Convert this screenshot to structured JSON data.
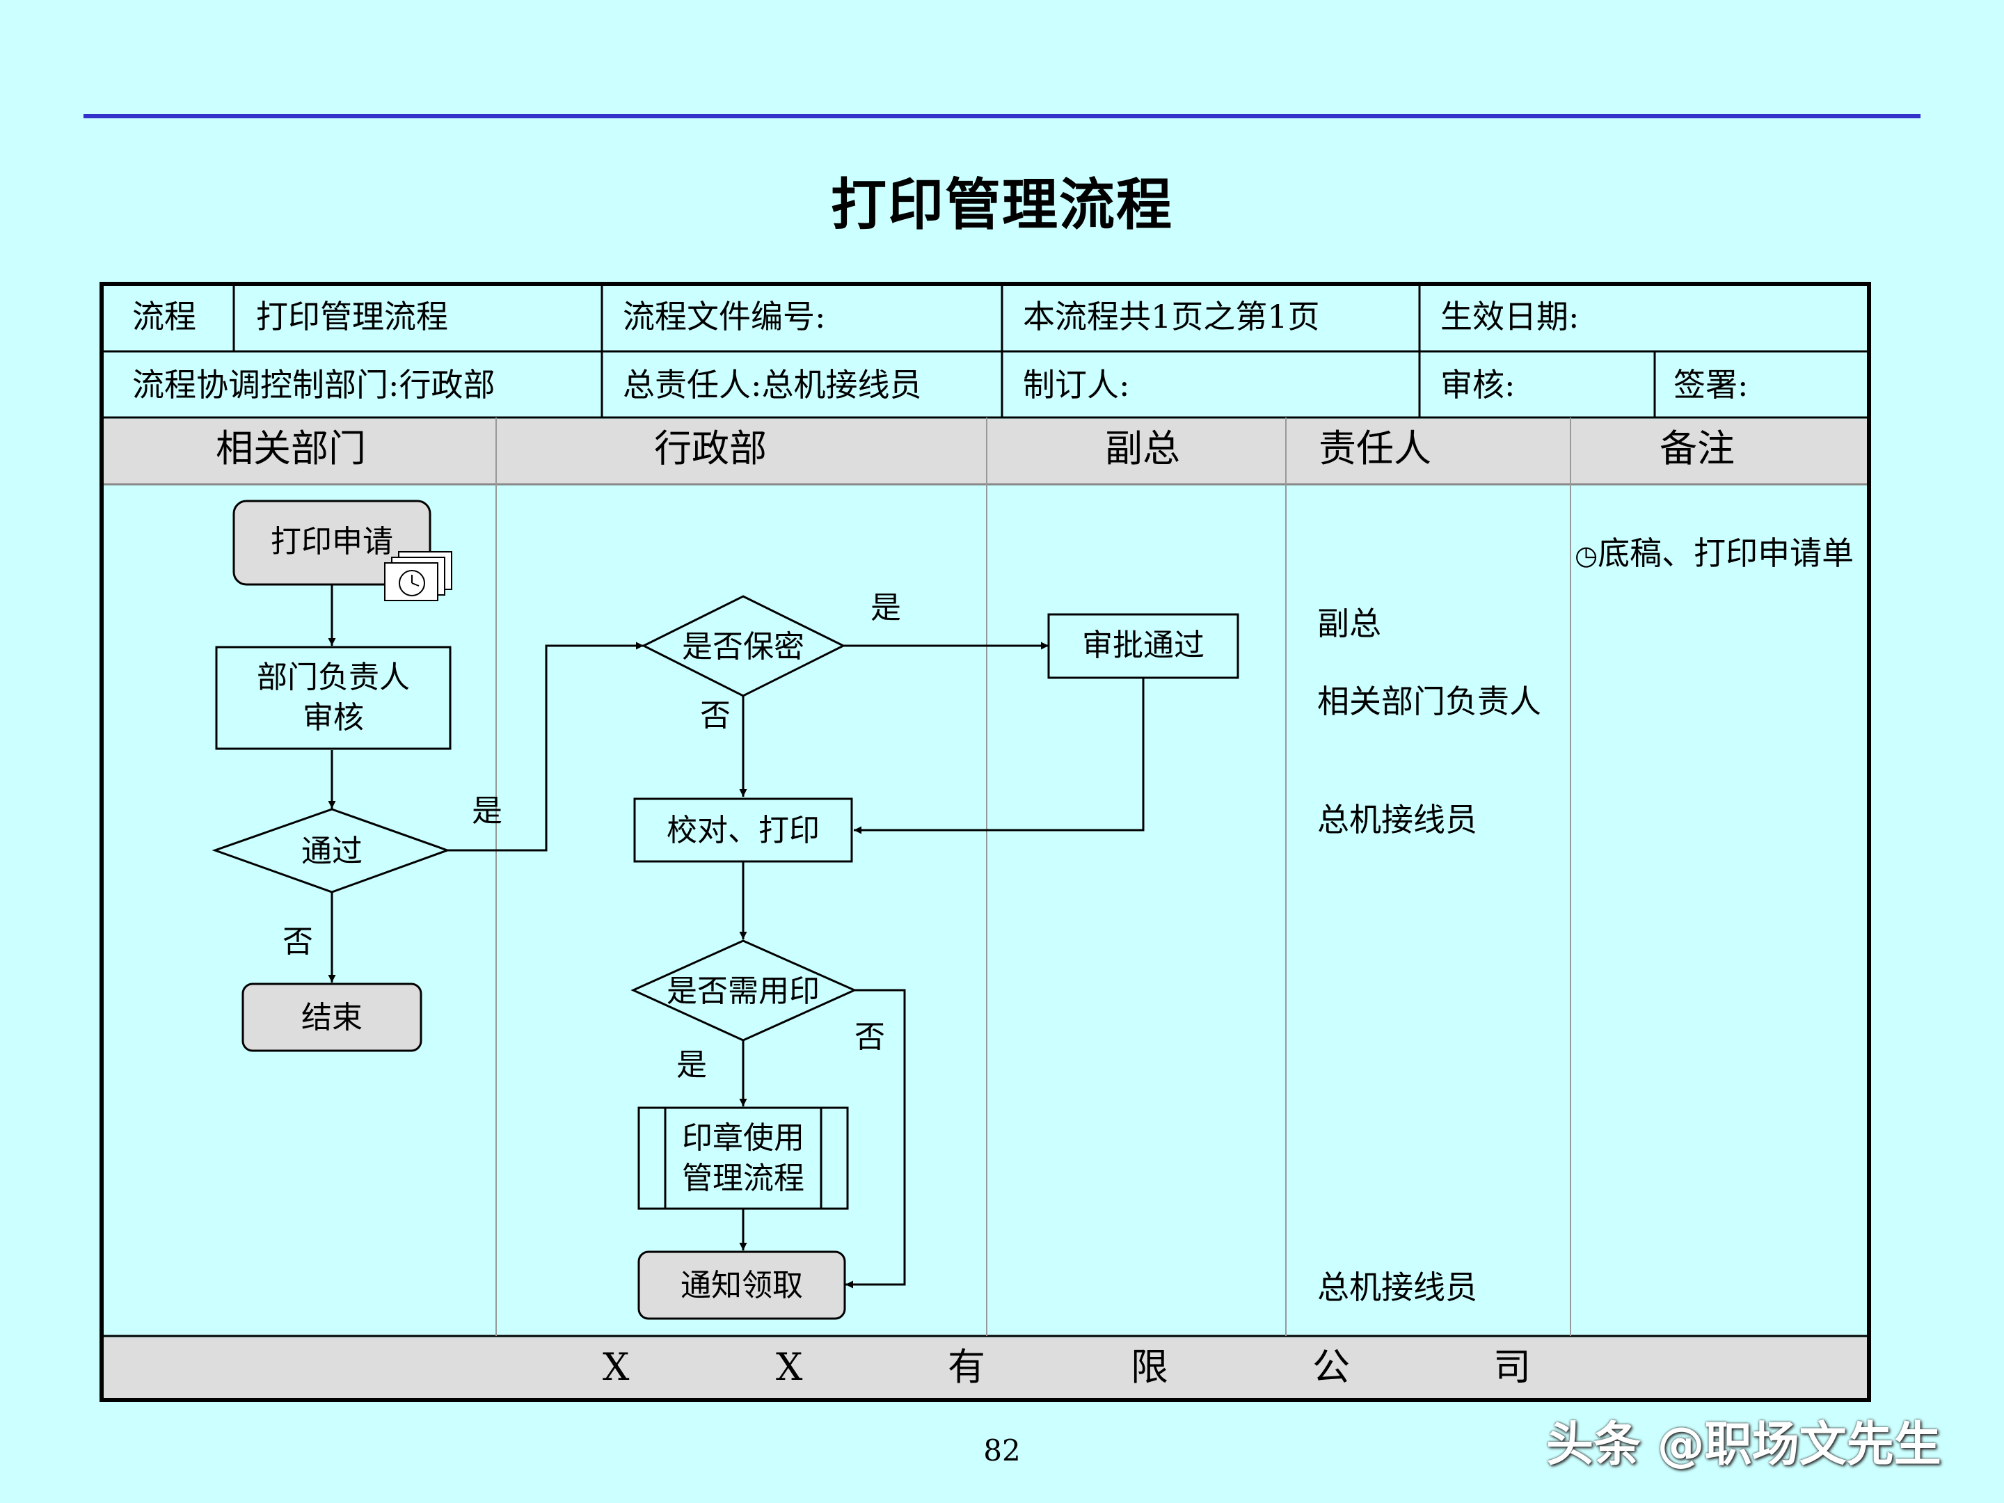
{
  "title": "打印管理流程",
  "header": {
    "flow_label": "流程",
    "flow_name": "打印管理流程",
    "doc_no": "流程文件编号:",
    "pages": "本流程共1页之第1页",
    "effective_date": "生效日期:",
    "coord_dept": "流程协调控制部门:行政部",
    "owner": "总责任人:总机接线员",
    "author": "制订人:",
    "reviewer": "审核:",
    "signer": "签署:"
  },
  "lanes": [
    "相关部门",
    "行政部",
    "副总",
    "责任人",
    "备注"
  ],
  "nodes": {
    "print_request": "打印申请",
    "dept_review_1": "部门负责人",
    "dept_review_2": "审核",
    "passed": "通过",
    "end": "结束",
    "confidential": "是否保密",
    "approved": "审批通过",
    "proof_print": "校对、打印",
    "need_seal": "是否需用印",
    "seal_proc_1": "印章使用",
    "seal_proc_2": "管理流程",
    "notify_pickup": "通知领取"
  },
  "edge_labels": {
    "yes": "是",
    "no": "否"
  },
  "responsibles": [
    "副总",
    "相关部门负责人",
    "总机接线员",
    "总机接线员"
  ],
  "notes": [
    "底稿、打印申请单"
  ],
  "footer_chars": [
    "X",
    "X",
    "有",
    "限",
    "公",
    "司"
  ],
  "page_number": "82",
  "watermark": "头条 @职场文先生",
  "colors": {
    "background": "#CCFFFF",
    "header_gray": "#DDDDDD",
    "node_gray": "#DDDDDD",
    "rule_blue": "#3333CC"
  }
}
